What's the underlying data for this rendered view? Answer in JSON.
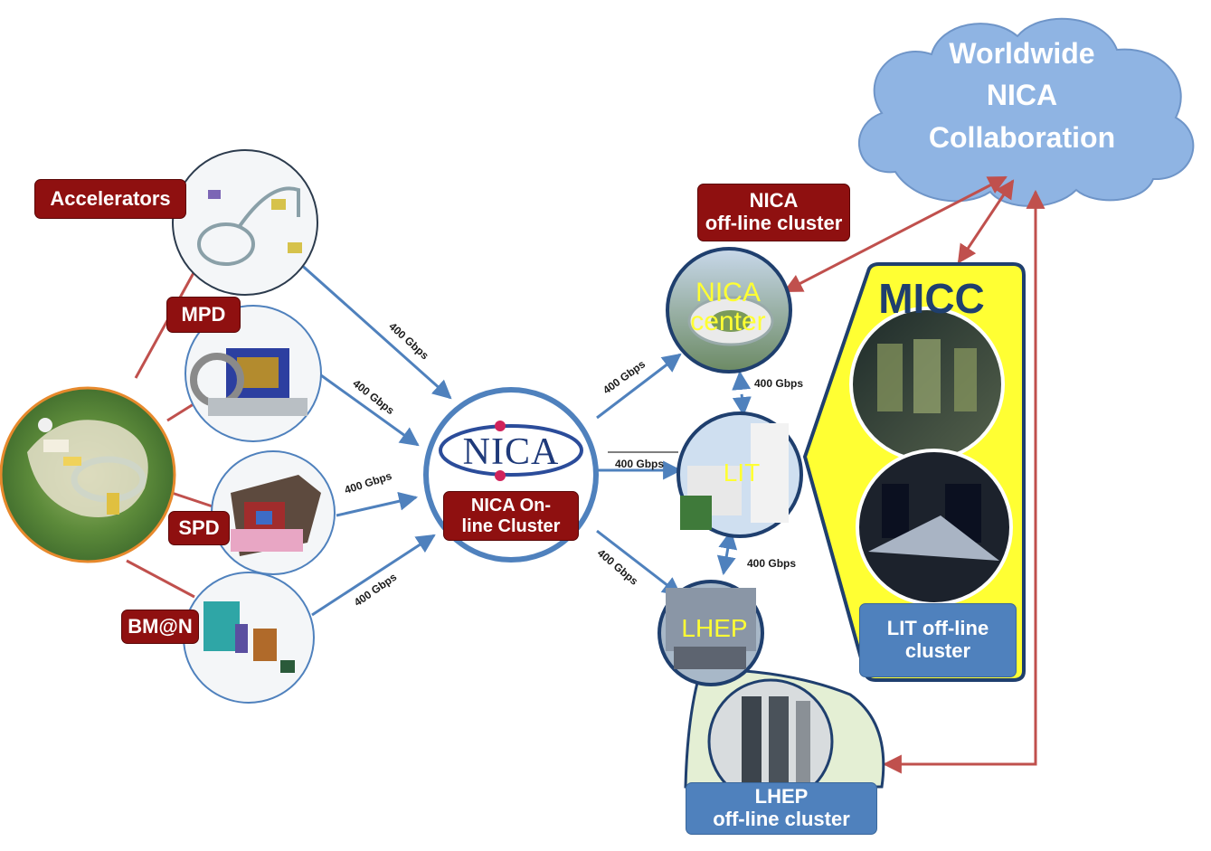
{
  "cloud": {
    "title": "Worldwide\nNICA\nCollaboration"
  },
  "sources": {
    "accelerators": "Accelerators",
    "mpd": "MPD",
    "spd": "SPD",
    "bmn": "BM@N"
  },
  "hub": {
    "logo": "NICA",
    "label": "NICA On-\nline Cluster"
  },
  "sites": {
    "nica_center_overlay": "NICA\ncenter",
    "nica_offline_label": "NICA\noff-line cluster",
    "lit_overlay": "LIT",
    "lhep_overlay": "LHEP",
    "micc_title": "MICC",
    "lit_offline_label": "LIT off-line\ncluster",
    "lhep_offline_label": "LHEP\noff-line cluster"
  },
  "links": {
    "accel_to_hub": "400 Gbps",
    "mpd_to_hub": "400 Gbps",
    "spd_to_hub": "400 Gbps",
    "bmn_to_hub": "400 Gbps",
    "hub_to_nica_center": "400 Gbps",
    "hub_to_lit": "400 Gbps",
    "hub_to_lhep": "400 Gbps",
    "center_to_lit": "400 Gbps",
    "lit_to_lhep": "400 Gbps"
  },
  "colors": {
    "label_red": "#8f1010",
    "label_blue": "#4f81bd",
    "cloud_blue": "#8fb4e3",
    "micc_yellow": "#ffff33",
    "link_red": "#c0504d",
    "link_blue": "#4f81bd"
  }
}
